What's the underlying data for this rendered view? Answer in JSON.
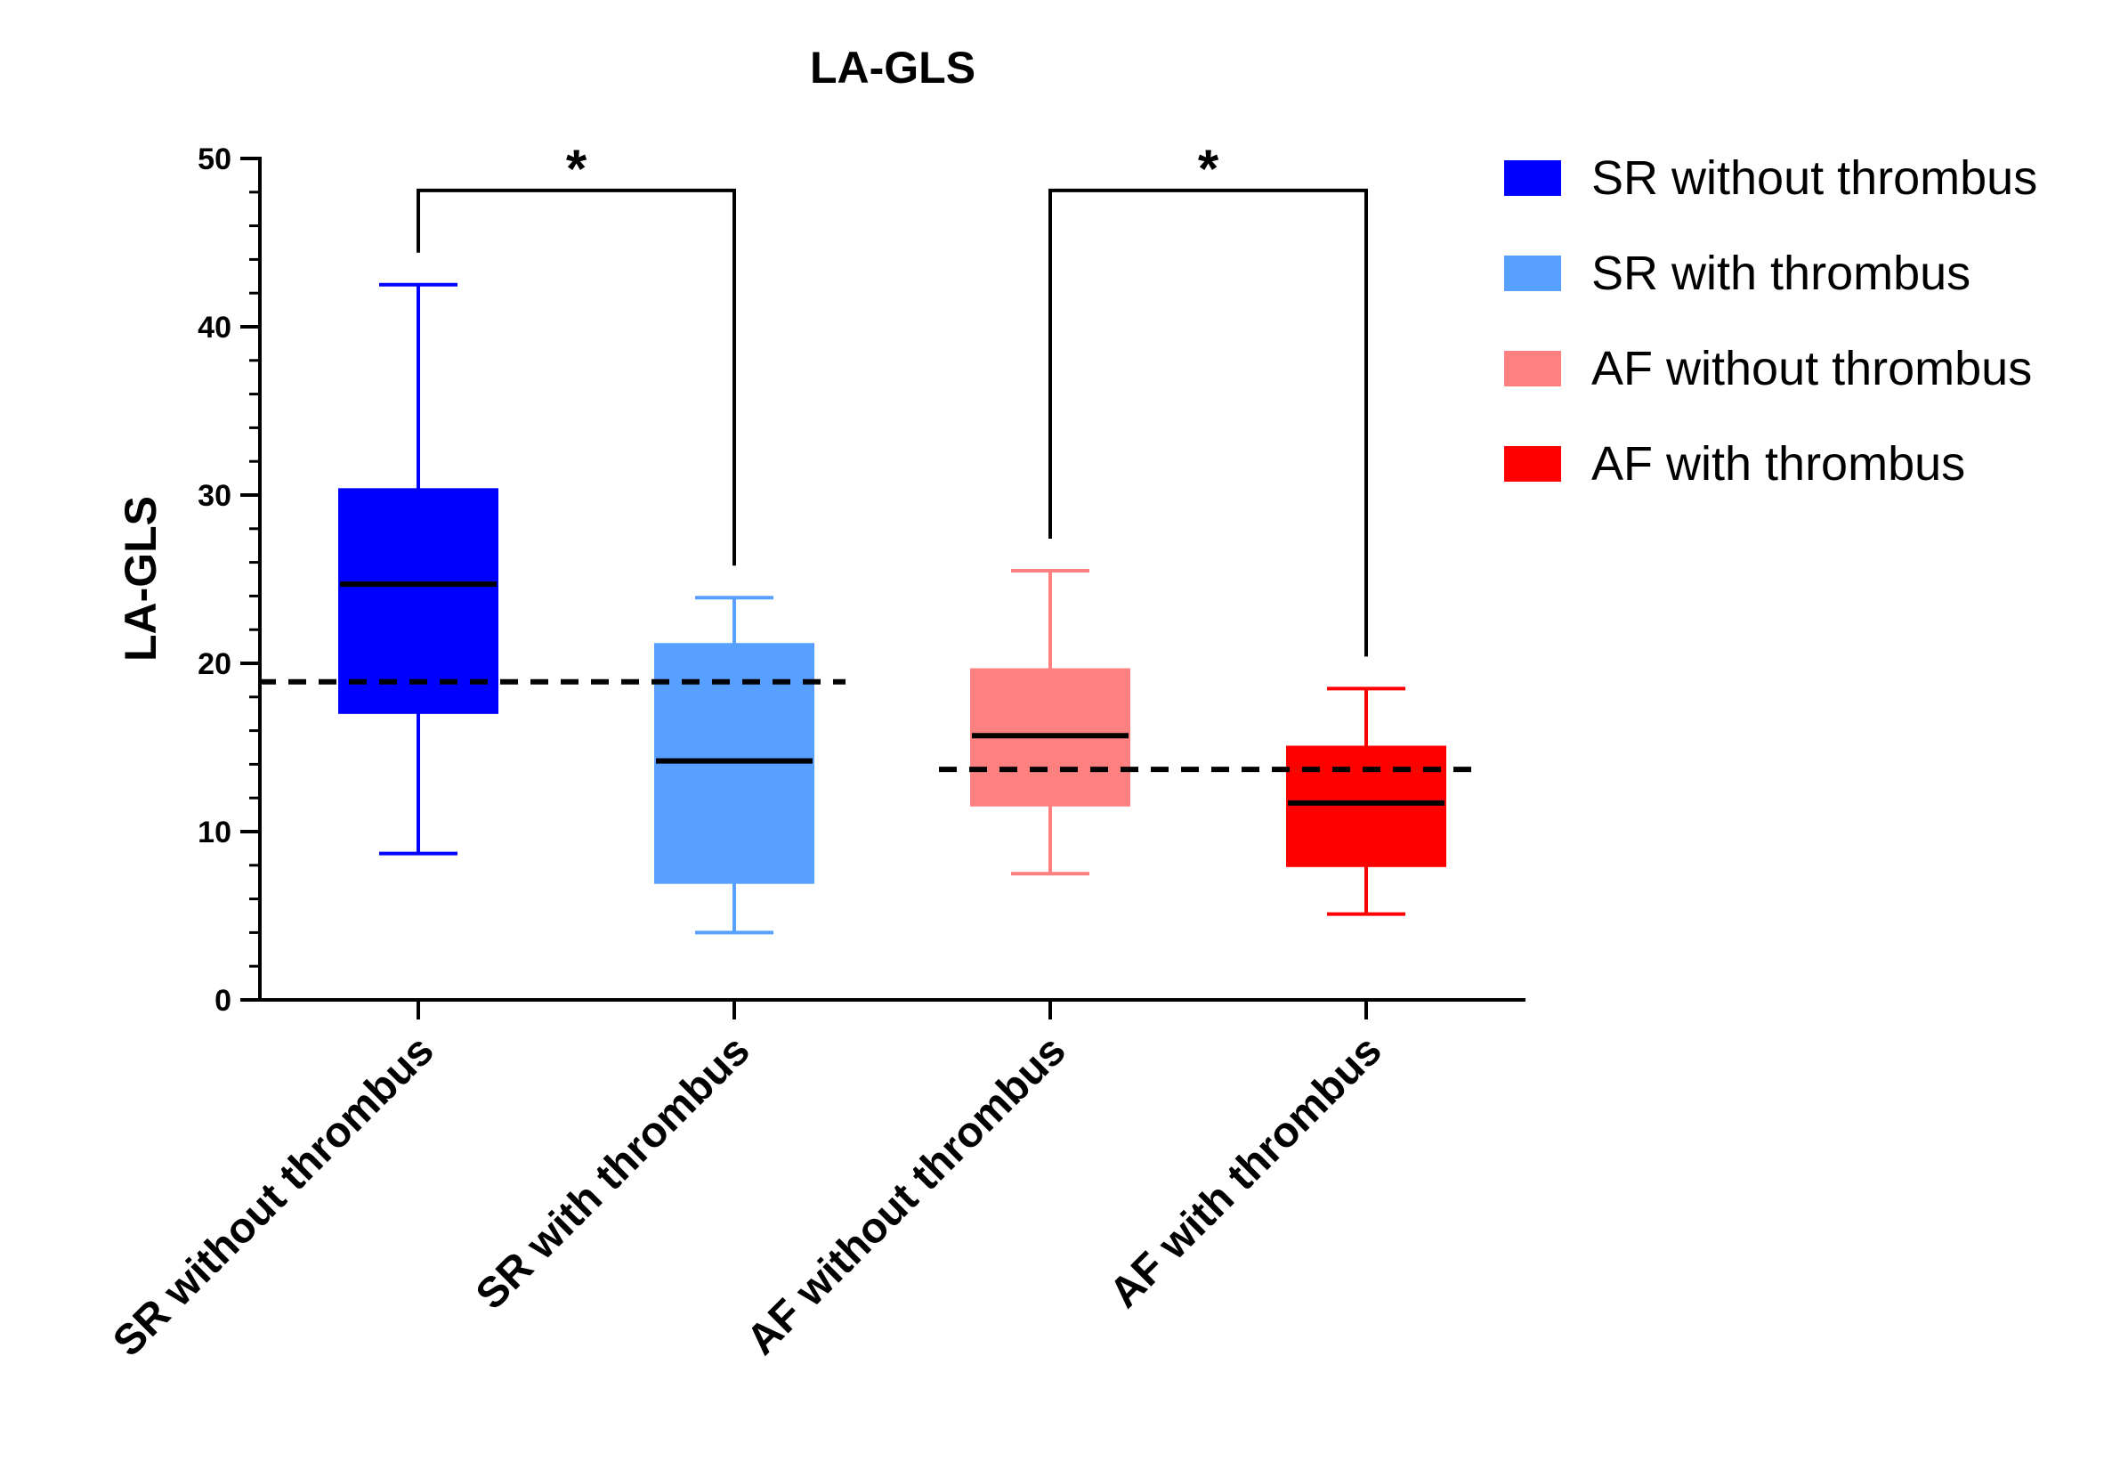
{
  "chart_data": {
    "type": "box",
    "title": "LA-GLS",
    "ylabel": "LA-GLS",
    "xlabel": "",
    "ylim": [
      0,
      50
    ],
    "yticks": [
      0,
      10,
      20,
      30,
      40,
      50
    ],
    "categories": [
      "SR without thrombus",
      "SR with thrombus",
      "AF without thrombus",
      "AF with thrombus"
    ],
    "boxes": [
      {
        "category": "SR without thrombus",
        "min": 8.7,
        "q1": 17.1,
        "median": 24.7,
        "q3": 30.3,
        "max": 42.5,
        "color": "#0000ff"
      },
      {
        "category": "SR with thrombus",
        "min": 4.0,
        "q1": 7.0,
        "median": 14.2,
        "q3": 21.1,
        "max": 23.9,
        "color": "#57a0ff"
      },
      {
        "category": "AF without thrombus",
        "min": 7.5,
        "q1": 11.6,
        "median": 15.7,
        "q3": 19.6,
        "max": 25.5,
        "color": "#ff8080"
      },
      {
        "category": "AF with thrombus",
        "min": 5.1,
        "q1": 8.0,
        "median": 11.7,
        "q3": 15.0,
        "max": 18.5,
        "color": "#ff0000"
      }
    ],
    "reference_lines": [
      {
        "y": 18.9,
        "from_category": 0,
        "to_category": 1,
        "style": "dashed"
      },
      {
        "y": 13.7,
        "from_category": 2,
        "to_category": 3,
        "style": "dashed"
      }
    ],
    "significance": [
      {
        "from_category": 0,
        "to_category": 1,
        "label": "*"
      },
      {
        "from_category": 2,
        "to_category": 3,
        "label": "*"
      }
    ],
    "legend": {
      "placement": "right",
      "entries": [
        "SR without thrombus",
        "SR with thrombus",
        "AF without thrombus",
        "AF with thrombus"
      ]
    },
    "grid": false
  }
}
